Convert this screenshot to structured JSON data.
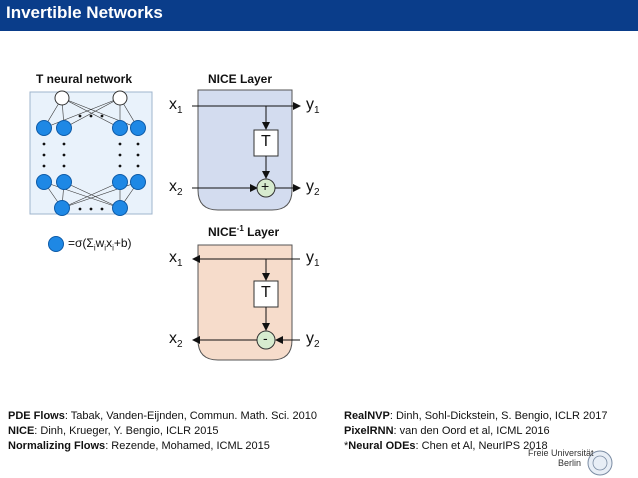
{
  "header": {
    "title": "Invertible Networks"
  },
  "left_diagram": {
    "title": "T neural network",
    "legend_formula": "=σ(Σ",
    "legend_formula_tail": "w",
    "legend_formula_sub_i1": "i",
    "legend_formula_x": "x",
    "legend_formula_sub_i2": "i",
    "legend_formula_end": "+b)"
  },
  "nice_layer": {
    "title": "NICE Layer",
    "x1": "x",
    "x1_sub": "1",
    "x2": "x",
    "x2_sub": "2",
    "y1": "y",
    "y1_sub": "1",
    "y2": "y",
    "y2_sub": "2",
    "t_box": "T",
    "op": "+"
  },
  "nice_inverse_layer": {
    "title_main": "NICE",
    "title_sup": "-1",
    "title_rest": " Layer",
    "x1": "x",
    "x1_sub": "1",
    "x2": "x",
    "x2_sub": "2",
    "y1": "y",
    "y1_sub": "1",
    "y2": "y",
    "y2_sub": "2",
    "t_box": "T",
    "op": "-"
  },
  "references_left": [
    {
      "bold": "PDE Flows",
      "text": ": Tabak, Vanden-Eijnden, Commun. Math. Sci. 2010"
    },
    {
      "bold": "NICE",
      "text": ": Dinh, Krueger, Y. Bengio, ICLR 2015"
    },
    {
      "bold": "Normalizing Flows",
      "text": ": Rezende, Mohamed, ICML 2015"
    }
  ],
  "references_right": [
    {
      "bold": "RealNVP",
      "text": ": Dinh, Sohl-Dickstein, S. Bengio, ICLR 2017"
    },
    {
      "bold": "PixelRNN",
      "text": ": van den Oord et al, ICML 2016"
    },
    {
      "prefix": "*",
      "bold": "Neural ODEs",
      "text": ": Chen et Al, NeurIPS 2018"
    }
  ],
  "footer": {
    "university_left": "Freie Universität",
    "university_right": "Berlin"
  },
  "colors": {
    "header": "#0a3d8a",
    "nice": "#d3dcef",
    "nice_inverse": "#f6dccb",
    "neuron_blue": "#1e88e5",
    "op_circle": "#d7ebcf"
  }
}
